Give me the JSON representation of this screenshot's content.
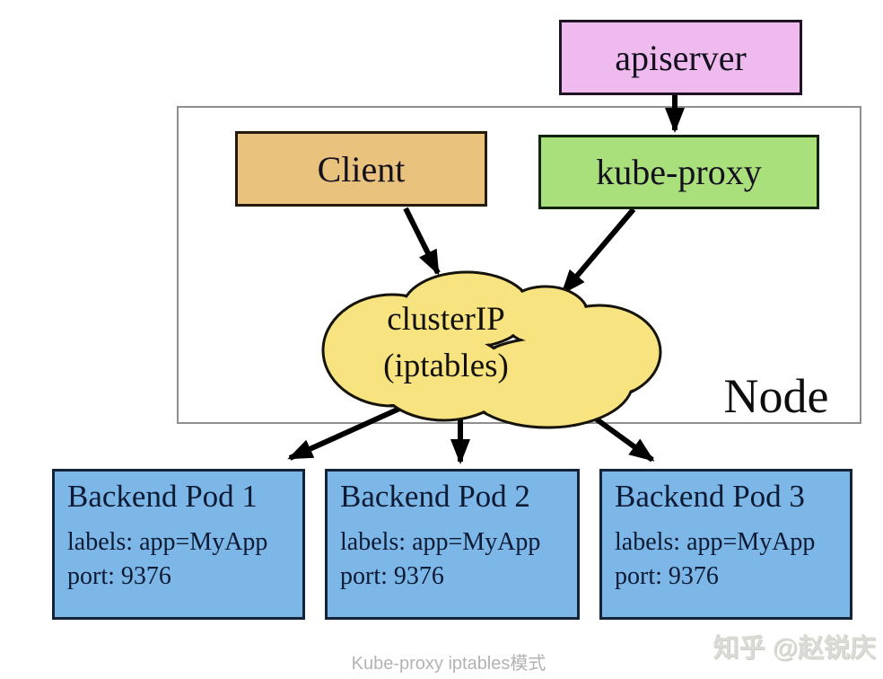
{
  "diagram": {
    "apiserver_label": "apiserver",
    "client_label": "Client",
    "kube_proxy_label": "kube-proxy",
    "node_label": "Node",
    "cluster_ip": {
      "title": "clusterIP",
      "subtitle": "(iptables)"
    },
    "pods": [
      {
        "title": "Backend Pod 1",
        "labels_line": "labels: app=MyApp",
        "port_line": "port: 9376"
      },
      {
        "title": "Backend Pod 2",
        "labels_line": "labels: app=MyApp",
        "port_line": "port: 9376"
      },
      {
        "title": "Backend Pod 3",
        "labels_line": "labels: app=MyApp",
        "port_line": "port: 9376"
      }
    ],
    "edges": [
      {
        "from": "apiserver",
        "to": "kube-proxy"
      },
      {
        "from": "Client",
        "to": "clusterIP (iptables)"
      },
      {
        "from": "kube-proxy",
        "to": "clusterIP (iptables)"
      },
      {
        "from": "clusterIP (iptables)",
        "to": "Backend Pod 1"
      },
      {
        "from": "clusterIP (iptables)",
        "to": "Backend Pod 2"
      },
      {
        "from": "clusterIP (iptables)",
        "to": "Backend Pod 3"
      }
    ],
    "colors": {
      "apiserver_fill": "#efbbee",
      "client_fill": "#e9c37e",
      "kube_proxy_fill": "#a9e07c",
      "cloud_fill": "#f7e480",
      "pod_fill": "#7db7e8",
      "node_border": "#8f8f8f",
      "arrow": "#000000"
    }
  },
  "caption": "Kube-proxy iptables模式",
  "watermark": "知乎 @赵锐庆"
}
